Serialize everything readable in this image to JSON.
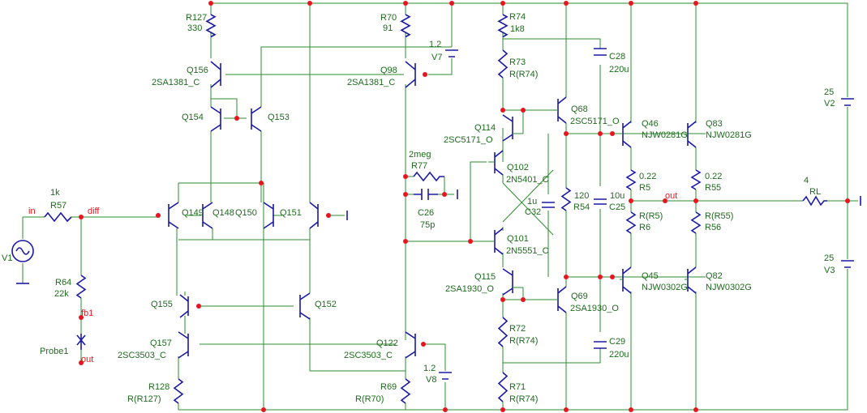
{
  "components": {
    "R127": {
      "name": "R127",
      "value": "330"
    },
    "R70": {
      "name": "R70",
      "value": "91"
    },
    "R74": {
      "name": "R74",
      "value": "1k8"
    },
    "R73": {
      "name": "R73",
      "value": "R(R74)"
    },
    "C28": {
      "name": "C28",
      "value": "220u"
    },
    "V7": {
      "name": "V7",
      "value": "1.2"
    },
    "Q156": {
      "name": "Q156",
      "model": "2SA1381_C"
    },
    "Q98": {
      "name": "Q98",
      "model": "2SA1381_C"
    },
    "Q154": {
      "name": "Q154"
    },
    "Q153": {
      "name": "Q153"
    },
    "Q68": {
      "name": "Q68",
      "model": "2SC5171_O"
    },
    "Q114": {
      "name": "Q114",
      "model": "2SC5171_O"
    },
    "Q46": {
      "name": "Q46",
      "model": "NJW0281G"
    },
    "Q83": {
      "name": "Q83",
      "model": "NJW0281G"
    },
    "V2": {
      "name": "V2",
      "value": "25"
    },
    "R77": {
      "name": "R77",
      "value": "2meg"
    },
    "Q102": {
      "name": "Q102",
      "model": "2N5401_C"
    },
    "R5": {
      "name": "R5",
      "value": "0.22"
    },
    "R55": {
      "name": "R55",
      "value": "0.22"
    },
    "RL": {
      "name": "RL",
      "value": "4"
    },
    "R57": {
      "name": "R57",
      "value": "1k"
    },
    "Q149": {
      "name": "Q149"
    },
    "Q148": {
      "name": "Q148"
    },
    "Q150": {
      "name": "Q150"
    },
    "Q151": {
      "name": "Q151"
    },
    "C26": {
      "name": "C26",
      "value": "75p"
    },
    "C32": {
      "name": "C32",
      "value": "1u"
    },
    "R54": {
      "name": "R54",
      "value": "120"
    },
    "C25": {
      "name": "C25",
      "value": "10u"
    },
    "R6": {
      "name": "R6",
      "value": "R(R5)"
    },
    "R56": {
      "name": "R56",
      "value": "R(R55)"
    },
    "V1": {
      "name": "V1"
    },
    "R64": {
      "name": "R64",
      "value": "22k"
    },
    "Q101": {
      "name": "Q101",
      "model": "2N5551_C"
    },
    "Q115": {
      "name": "Q115",
      "model": "2SA1930_O"
    },
    "Q69": {
      "name": "Q69",
      "model": "2SA1930_O"
    },
    "Q45": {
      "name": "Q45",
      "model": "NJW0302G"
    },
    "Q82": {
      "name": "Q82",
      "model": "NJW0302G"
    },
    "V3": {
      "name": "V3",
      "value": "25"
    },
    "Q155": {
      "name": "Q155"
    },
    "Q152": {
      "name": "Q152"
    },
    "Probe1": {
      "name": "Probe1"
    },
    "Q157": {
      "name": "Q157",
      "model": "2SC3503_C"
    },
    "Q122": {
      "name": "Q122",
      "model": "2SC3503_C"
    },
    "R72": {
      "name": "R72",
      "value": "R(R74)"
    },
    "C29": {
      "name": "C29",
      "value": "220u"
    },
    "V8": {
      "name": "V8",
      "value": "1.2"
    },
    "R128": {
      "name": "R128",
      "value": "R(R127)"
    },
    "R69": {
      "name": "R69",
      "value": "R(R70)"
    },
    "R71": {
      "name": "R71",
      "value": "R(R74)"
    }
  },
  "nets": {
    "in": "in",
    "diff": "diff",
    "out": "out",
    "fb1": "fb1",
    "probe_out": "out"
  },
  "colors": {
    "wire": "#2e8b2e",
    "component": "#1a1aa8",
    "junction": "#e8141e",
    "label": "#1e6b1e",
    "net": "#e8141e"
  }
}
